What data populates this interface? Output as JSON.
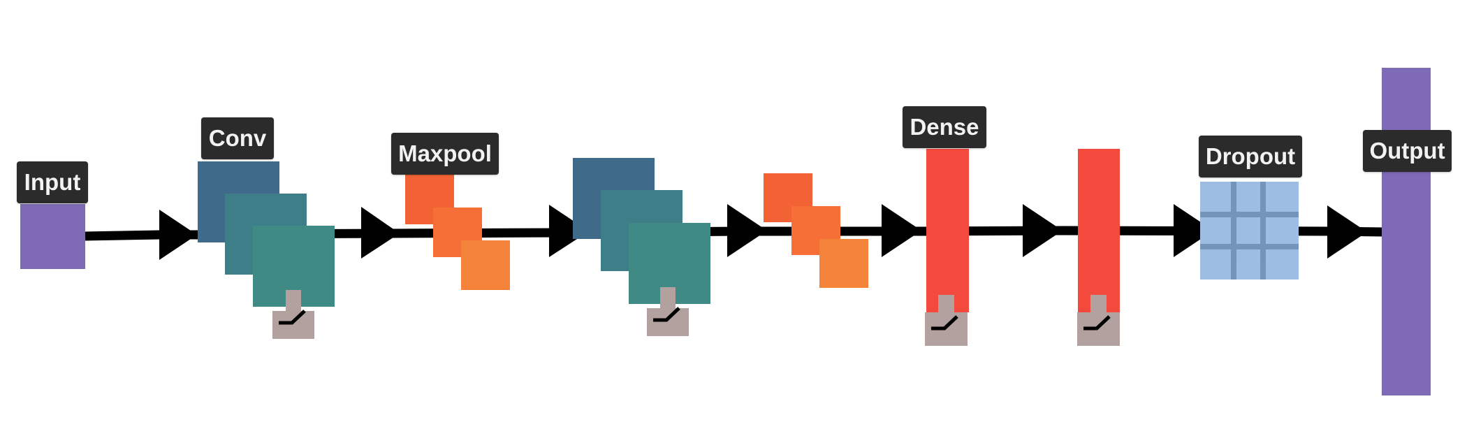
{
  "diagram": {
    "layers": [
      {
        "key": "input",
        "label": "Input",
        "kind": "input"
      },
      {
        "key": "conv1",
        "label": "Conv",
        "kind": "conv"
      },
      {
        "key": "pool1",
        "label": "Maxpool",
        "kind": "maxpool"
      },
      {
        "key": "conv2",
        "label": "",
        "kind": "conv"
      },
      {
        "key": "pool2",
        "label": "",
        "kind": "maxpool"
      },
      {
        "key": "dense1",
        "label": "Dense",
        "kind": "dense"
      },
      {
        "key": "dense2",
        "label": "",
        "kind": "dense"
      },
      {
        "key": "dropout",
        "label": "Dropout",
        "kind": "dropout"
      },
      {
        "key": "output",
        "label": "Output",
        "kind": "output"
      }
    ],
    "activation_icon": "relu-icon",
    "colors": {
      "input": "#7f6bb5",
      "output": "#7f6bb5",
      "conv": [
        "#3f6a8a",
        "#3e7e88",
        "#3f8a84"
      ],
      "maxpool": [
        "#f26234",
        "#f56f36",
        "#f6833a"
      ],
      "dense": "#f44a3d",
      "dropout_fill": "#9dbde3",
      "dropout_grid": "#6d8fb4",
      "relu_box": "#b2a19e",
      "arrow": "#000000",
      "label_bg": "#2b2b2b",
      "label_text": "#f2f2f2"
    }
  }
}
